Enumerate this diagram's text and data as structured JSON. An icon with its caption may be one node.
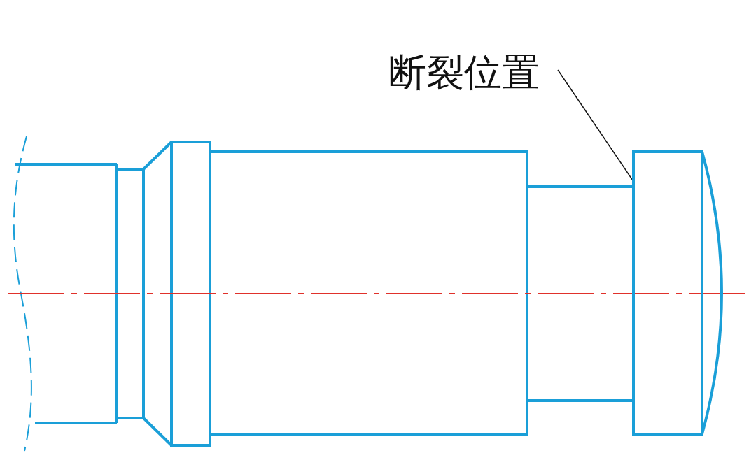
{
  "diagram": {
    "nodes": [
      {
        "text": [
          "断裂位置"
        ]
      },
      {
        "text": [],
        "shape": "box"
      }
    ],
    "edges": [
      {
        "from": 0,
        "to": 1,
        "arrow": "none"
      }
    ]
  }
}
